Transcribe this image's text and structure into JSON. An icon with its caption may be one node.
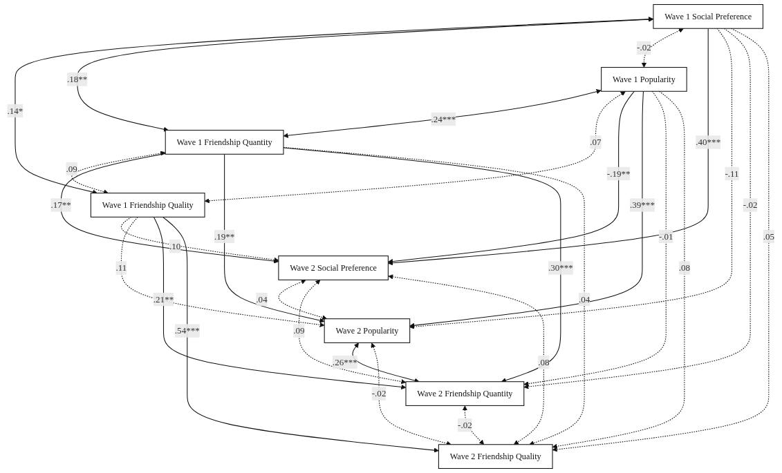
{
  "diagram": {
    "nodes": [
      {
        "text": [
          "Wave 1 Social Preference"
        ]
      },
      {
        "text": [
          "Wave 1 Popularity"
        ]
      },
      {
        "text": [
          "Wave 1 Friendship Quantity"
        ]
      },
      {
        "text": [
          "Wave 1 Friendship Quality"
        ]
      },
      {
        "text": [
          "Wave 2 Social Preference"
        ]
      },
      {
        "text": [
          "Wave 2 Popularity"
        ]
      },
      {
        "text": [
          "Wave 2 Friendship Quantity"
        ]
      },
      {
        "text": [
          "Wave 2 Friendship Quality"
        ]
      }
    ],
    "edges": [
      {
        "from": 0,
        "to": 3,
        "arrow": "both",
        "label": ".14*"
      },
      {
        "from": 0,
        "to": 2,
        "arrow": "both",
        "label": ".18**"
      },
      {
        "from": 0,
        "to": 1,
        "arrow": "both",
        "label": "-.02",
        "style": "dashed"
      },
      {
        "from": 1,
        "to": 2,
        "arrow": "both",
        "label": ".24***"
      },
      {
        "from": 1,
        "to": 3,
        "arrow": "both",
        "label": ".07",
        "style": "dashed"
      },
      {
        "from": 2,
        "to": 3,
        "arrow": "both",
        "label": ".09",
        "style": "dashed"
      },
      {
        "from": 0,
        "to": 4,
        "arrow": "to",
        "label": ".40***"
      },
      {
        "from": 0,
        "to": 5,
        "arrow": "to",
        "label": "-.11",
        "style": "dashed"
      },
      {
        "from": 0,
        "to": 6,
        "arrow": "to",
        "label": "-.02",
        "style": "dashed"
      },
      {
        "from": 0,
        "to": 7,
        "arrow": "to",
        "label": ".05",
        "style": "dashed"
      },
      {
        "from": 1,
        "to": 4,
        "arrow": "to",
        "label": "-.19**"
      },
      {
        "from": 1,
        "to": 5,
        "arrow": "to",
        "label": ".39***"
      },
      {
        "from": 1,
        "to": 6,
        "arrow": "to",
        "label": "-.01",
        "style": "dashed"
      },
      {
        "from": 1,
        "to": 7,
        "arrow": "to",
        "label": ".08",
        "style": "dashed"
      },
      {
        "from": 2,
        "to": 4,
        "arrow": "to",
        "label": ".17**"
      },
      {
        "from": 2,
        "to": 5,
        "arrow": "to",
        "label": ".19**"
      },
      {
        "from": 2,
        "to": 6,
        "arrow": "to",
        "label": ".30***"
      },
      {
        "from": 2,
        "to": 7,
        "arrow": "to",
        "label": ".04",
        "style": "dashed"
      },
      {
        "from": 3,
        "to": 4,
        "arrow": "to",
        "label": ".10",
        "style": "dashed"
      },
      {
        "from": 3,
        "to": 5,
        "arrow": "to",
        "label": ".11",
        "style": "dashed"
      },
      {
        "from": 3,
        "to": 6,
        "arrow": "to",
        "label": ".21**"
      },
      {
        "from": 3,
        "to": 7,
        "arrow": "to",
        "label": ".54***"
      },
      {
        "from": 4,
        "to": 5,
        "arrow": "both",
        "label": ".04",
        "style": "dashed"
      },
      {
        "from": 4,
        "to": 6,
        "arrow": "both",
        "label": ".09",
        "style": "dashed"
      },
      {
        "from": 4,
        "to": 7,
        "arrow": "both",
        "label": ".08",
        "style": "dashed"
      },
      {
        "from": 5,
        "to": 6,
        "arrow": "both",
        "label": ".26***"
      },
      {
        "from": 5,
        "to": 7,
        "arrow": "both",
        "label": "-.02",
        "style": "dashed"
      },
      {
        "from": 6,
        "to": 7,
        "arrow": "both",
        "label": "-.02",
        "style": "dashed"
      }
    ]
  }
}
